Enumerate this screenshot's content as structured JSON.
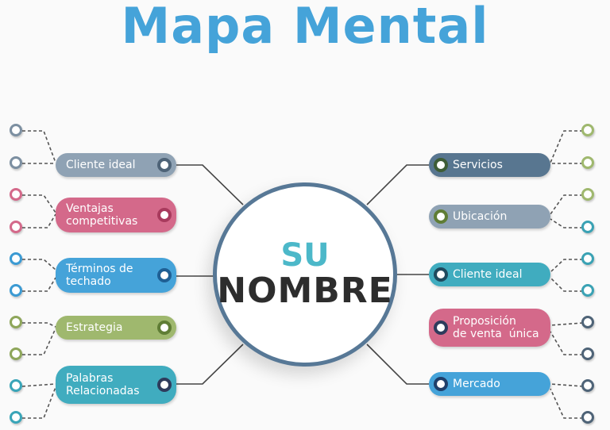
{
  "title": "Mapa Mental",
  "center": {
    "line1": "SU",
    "line2": "NOMBRE",
    "border_color": "#577896",
    "line1_color": "#4cb8c9"
  },
  "left_branches": [
    {
      "label": "Cliente ideal",
      "color": "#8fa2b4",
      "dot": "#4e6377",
      "rings": "#7c8fa1"
    },
    {
      "label": "Ventajas competitivas",
      "line1": "Ventajas",
      "line2": "competitivas",
      "color": "#d4698a",
      "dot": "#a83a5d",
      "rings": "#d4698a"
    },
    {
      "label": "Términos de techado",
      "line1": "Términos de",
      "line2": "techado",
      "color": "#45a3d9",
      "dot": "#1f5f94",
      "rings": "#3b9ad3"
    },
    {
      "label": "Estrategia",
      "color": "#9fb86e",
      "dot": "#5f7d35",
      "rings": "#8ea65a"
    },
    {
      "label": "Palabras Relacionadas",
      "line1": "Palabras",
      "line2": "Relacionadas",
      "color": "#40acbf",
      "dot": "#2e3b5c",
      "rings": "#39a5b8"
    }
  ],
  "right_branches": [
    {
      "label": "Servicios",
      "color": "#587690",
      "dot": "#3e5d36",
      "rings": [
        "#9fb86e",
        "#9fb86e"
      ]
    },
    {
      "label": "Ubicación",
      "color": "#8fa2b4",
      "dot": "#5f7d35",
      "rings": [
        "#9fb86e",
        "#3aa2b4"
      ]
    },
    {
      "label": "Cliente ideal",
      "color": "#40acbf",
      "dot": "#1f4a5e",
      "rings": [
        "#3aa2b4",
        "#3aa2b4"
      ]
    },
    {
      "label": "Proposición de venta única",
      "line1": "Proposición",
      "line2": "de venta  única",
      "color": "#d4698a",
      "dot": "#2e3b5c",
      "rings": [
        "#4e6377",
        "#4e6377"
      ]
    },
    {
      "label": "Mercado",
      "color": "#45a3d9",
      "dot": "#1f3f6a",
      "rings": [
        "#4e6377",
        "#4e6377"
      ]
    }
  ]
}
